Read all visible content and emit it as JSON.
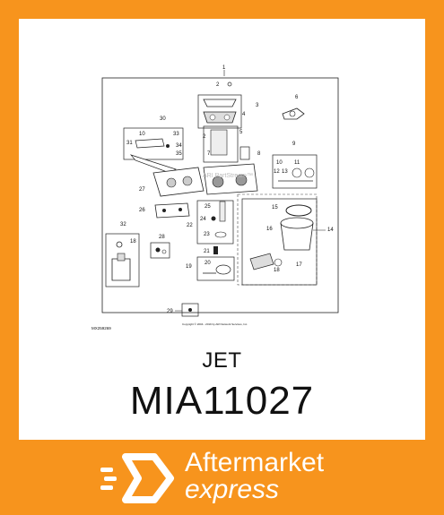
{
  "diagram": {
    "callouts": [
      "1",
      "2",
      "3",
      "4",
      "5",
      "6",
      "2",
      "7",
      "8",
      "9",
      "10",
      "11",
      "12",
      "13",
      "30",
      "10",
      "33",
      "31",
      "34",
      "35",
      "27",
      "26",
      "25",
      "24",
      "22",
      "23",
      "21",
      "20",
      "19",
      "15",
      "16",
      "14",
      "17",
      "18",
      "28",
      "32",
      "18",
      "29"
    ],
    "drawing_id": "MX259269",
    "copyright": "Copyright © 2004 - 2019 by ARI Network Services, Inc.",
    "watermark": "ARI PartStream™"
  },
  "product": {
    "part_type": "JET",
    "part_number": "MIA11027"
  },
  "brand": {
    "line1": "Aftermarket",
    "line2": "express",
    "icon": "hexagon-speed-icon"
  },
  "colors": {
    "accent": "#f7941d",
    "brand_text": "#ffffff"
  }
}
